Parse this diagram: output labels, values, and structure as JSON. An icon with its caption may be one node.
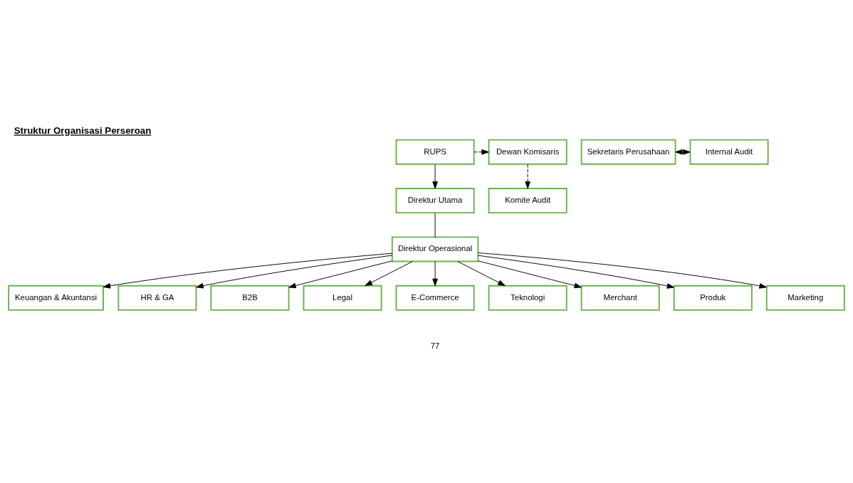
{
  "diagram": {
    "title": "Struktur Organisasi Perseroan",
    "nodes": [
      {
        "text": [
          "RUPS"
        ]
      },
      {
        "text": [
          "Dewan Komisaris"
        ]
      },
      {
        "text": [
          "Komite Audit"
        ]
      },
      {
        "text": [
          "Direktur Utama"
        ]
      },
      {
        "text": [
          "Sekretaris Perusahaan"
        ]
      },
      {
        "text": [
          "Internal Audit"
        ]
      },
      {
        "text": [
          "Direktur Operasional"
        ]
      },
      {
        "text": [
          "Keuangan & Akuntansi"
        ]
      },
      {
        "text": [
          "HR & GA"
        ]
      },
      {
        "text": [
          "B2B"
        ]
      },
      {
        "text": [
          "Legal"
        ]
      },
      {
        "text": [
          "E-Commerce"
        ]
      },
      {
        "text": [
          "Teknologi"
        ]
      },
      {
        "text": [
          "Merchant"
        ]
      },
      {
        "text": [
          "Produk"
        ]
      },
      {
        "text": [
          "Marketing"
        ]
      }
    ],
    "edges": [
      {
        "from": 0,
        "to": 1,
        "arrow": "to",
        "style": "dashed"
      },
      {
        "from": 1,
        "to": 2,
        "arrow": "to",
        "style": "dashed"
      },
      {
        "from": 0,
        "to": 3,
        "arrow": "to"
      },
      {
        "from": 4,
        "to": 5,
        "arrow": "both",
        "style": "dashed"
      },
      {
        "from": 3,
        "to": 6,
        "arrow": "none"
      },
      {
        "from": 6,
        "to": 7,
        "arrow": "to"
      },
      {
        "from": 6,
        "to": 8,
        "arrow": "to"
      },
      {
        "from": 6,
        "to": 9,
        "arrow": "to"
      },
      {
        "from": 6,
        "to": 10,
        "arrow": "to"
      },
      {
        "from": 6,
        "to": 11,
        "arrow": "to"
      },
      {
        "from": 6,
        "to": 12,
        "arrow": "to"
      },
      {
        "from": 6,
        "to": 13,
        "arrow": "to"
      },
      {
        "from": 6,
        "to": 14,
        "arrow": "to"
      },
      {
        "from": 6,
        "to": 15,
        "arrow": "to"
      }
    ],
    "labels": [
      "77"
    ]
  }
}
